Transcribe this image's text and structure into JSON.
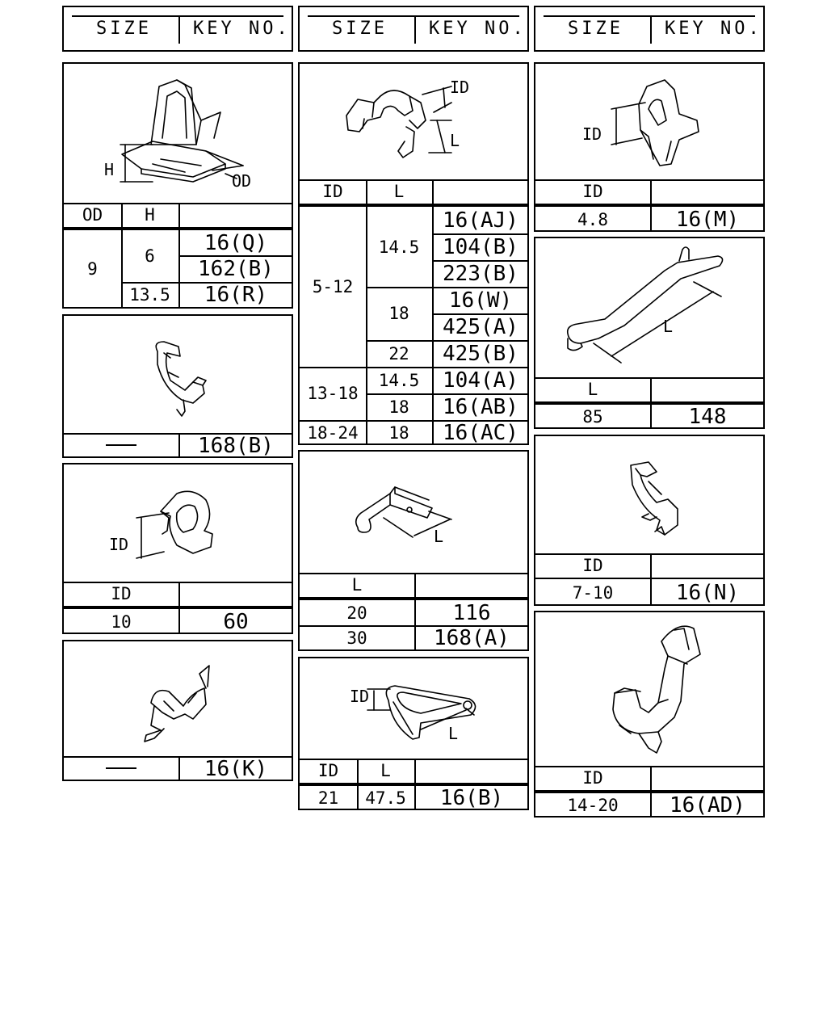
{
  "headers": {
    "size_label": "SIZE",
    "key_label": "KEY NO."
  },
  "dim_labels": {
    "od": "OD",
    "h": "H",
    "id": "ID",
    "l": "L"
  },
  "p1": {
    "col_od": "OD",
    "col_h": "H",
    "od": "9",
    "h1": "6",
    "h2": "13.5",
    "k1": "16(Q)",
    "k2": "162(B)",
    "k3": "16(R)"
  },
  "p2": {
    "size": "—",
    "key": "168(B)"
  },
  "p3": {
    "col_id": "ID",
    "id": "10",
    "key": "60"
  },
  "p4": {
    "size": "—",
    "key": "16(K)"
  },
  "p5": {
    "col_id": "ID",
    "col_l": "L",
    "id_a": "5-12",
    "id_b": "13-18",
    "id_c": "18-24",
    "l_145a": "14.5",
    "l_18a": "18",
    "l_22": "22",
    "l_145b": "14.5",
    "l_18b": "18",
    "l_18c": "18",
    "k1": "16(AJ)",
    "k2": "104(B)",
    "k3": "223(B)",
    "k4": "16(W)",
    "k5": "425(A)",
    "k6": "425(B)",
    "k7": "104(A)",
    "k8": "16(AB)",
    "k9": "16(AC)"
  },
  "p6": {
    "col_l": "L",
    "l1": "20",
    "k1": "116",
    "l2": "30",
    "k2": "168(A)"
  },
  "p7": {
    "col_id": "ID",
    "col_l": "L",
    "id": "21",
    "l": "47.5",
    "key": "16(B)"
  },
  "p8": {
    "col_id": "ID",
    "id": "4.8",
    "key": "16(M)"
  },
  "p9": {
    "col_l": "L",
    "l": "85",
    "key": "148"
  },
  "p10": {
    "col_id": "ID",
    "id": "7-10",
    "key": "16(N)"
  },
  "p11": {
    "col_id": "ID",
    "id": "14-20",
    "key": "16(AD)"
  }
}
